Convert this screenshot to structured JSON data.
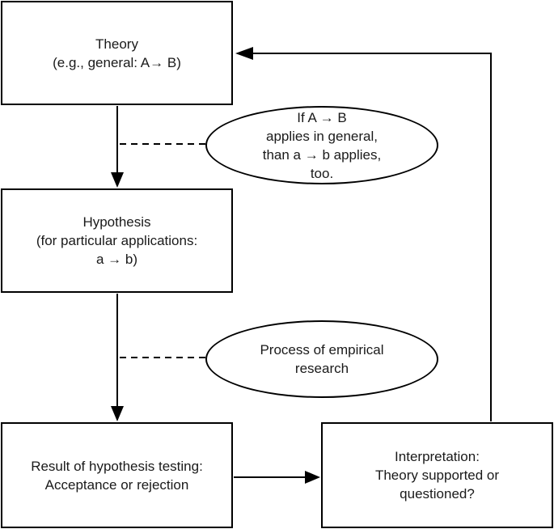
{
  "nodes": {
    "theory": {
      "lines": [
        "Theory",
        "(e.g., general: A→ B)"
      ]
    },
    "deduction": {
      "lines": [
        "If A → B",
        "applies in general,",
        "than a → b applies,",
        "too."
      ]
    },
    "hypothesis": {
      "lines": [
        "Hypothesis",
        "(for particular applications:",
        "a → b)"
      ]
    },
    "empirical": {
      "lines": [
        "Process of empirical",
        "research"
      ]
    },
    "result": {
      "lines": [
        "Result of hypothesis testing:",
        "Acceptance or rejection"
      ]
    },
    "interpretation": {
      "lines": [
        "Interpretation:",
        "Theory supported or",
        "questioned?"
      ]
    }
  },
  "colors": {
    "stroke": "#000000",
    "text": "#1a1a1a",
    "background": "#ffffff"
  }
}
